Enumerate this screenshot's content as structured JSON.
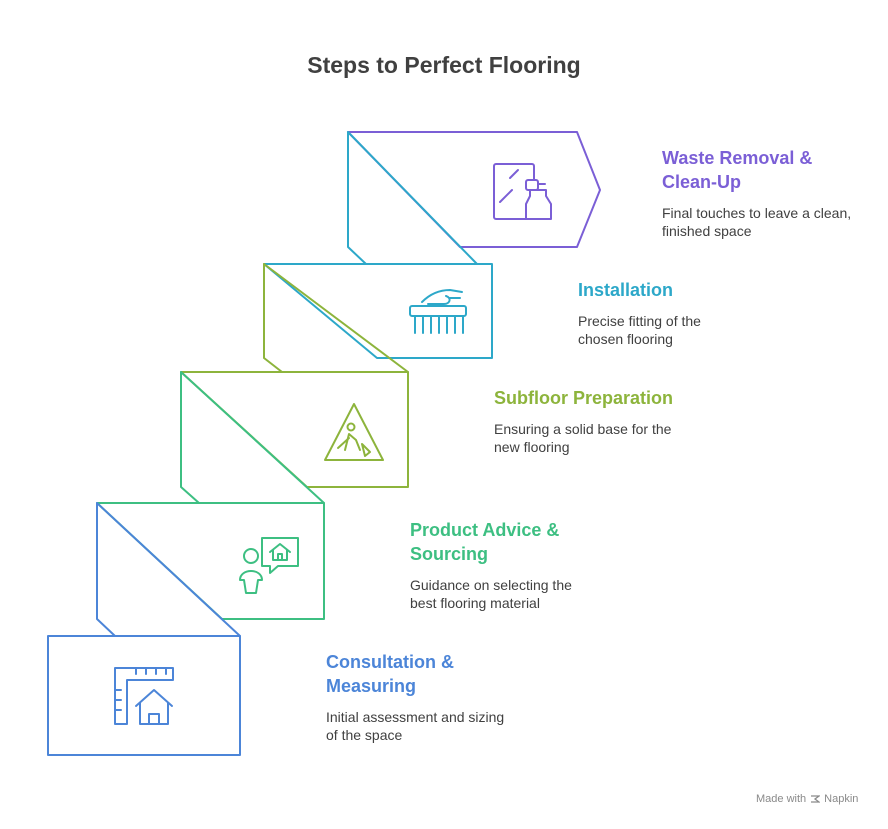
{
  "title": "Steps to Perfect Flooring",
  "steps": [
    {
      "title": "Waste Removal & Clean-Up",
      "description": "Final touches to leave a clean, finished space",
      "icon": "spray-bottle-window-icon",
      "color": "#7B5FD6"
    },
    {
      "title": "Installation",
      "description": "Precise fitting of the chosen flooring",
      "icon": "hand-brush-icon",
      "color": "#2DA8C9"
    },
    {
      "title": "Subfloor Preparation",
      "description": "Ensuring a solid base for the new flooring",
      "icon": "worker-warning-sign-icon",
      "color": "#8DB43C"
    },
    {
      "title": "Product Advice & Sourcing",
      "description": "Guidance on selecting the best flooring material",
      "icon": "person-speech-home-icon",
      "color": "#3DBF82"
    },
    {
      "title": "Consultation & Measuring",
      "description": "Initial assessment and sizing of the space",
      "icon": "ruler-house-icon",
      "color": "#4C85D8"
    }
  ],
  "footer": {
    "made_with": "Made with",
    "brand": "Napkin"
  }
}
